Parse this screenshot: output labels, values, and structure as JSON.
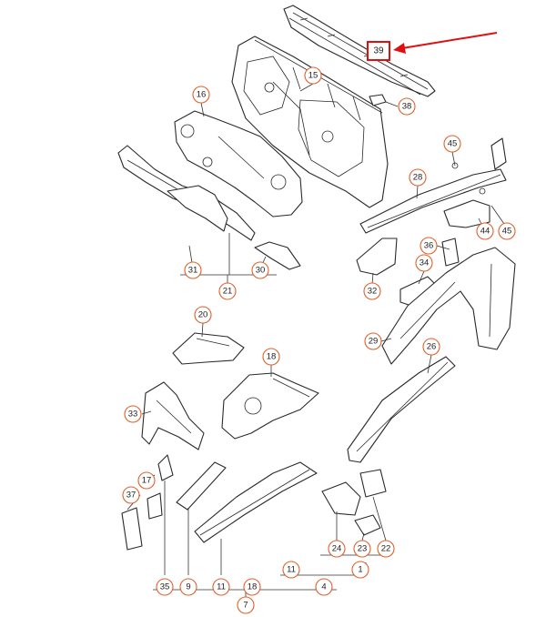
{
  "diagram": {
    "highlight_color": "#e01010",
    "callout_color": "#e0602a",
    "highlighted_callout": "39",
    "callouts": {
      "c15": "15",
      "c16": "16",
      "c38": "38",
      "c45a": "45",
      "c28": "28",
      "c44": "44",
      "c45b": "45",
      "c36": "36",
      "c34": "34",
      "c32": "32",
      "c31": "31",
      "c21": "21",
      "c30": "30",
      "c29": "29",
      "c26": "26",
      "c20": "20",
      "c18a": "18",
      "c33": "33",
      "c17": "17",
      "c37": "37",
      "c35": "35",
      "c9": "9",
      "c11a": "11",
      "c18b": "18",
      "c7": "7",
      "c11b": "11",
      "c1": "1",
      "c4": "4",
      "c24": "24",
      "c23": "23",
      "c22": "22"
    }
  }
}
